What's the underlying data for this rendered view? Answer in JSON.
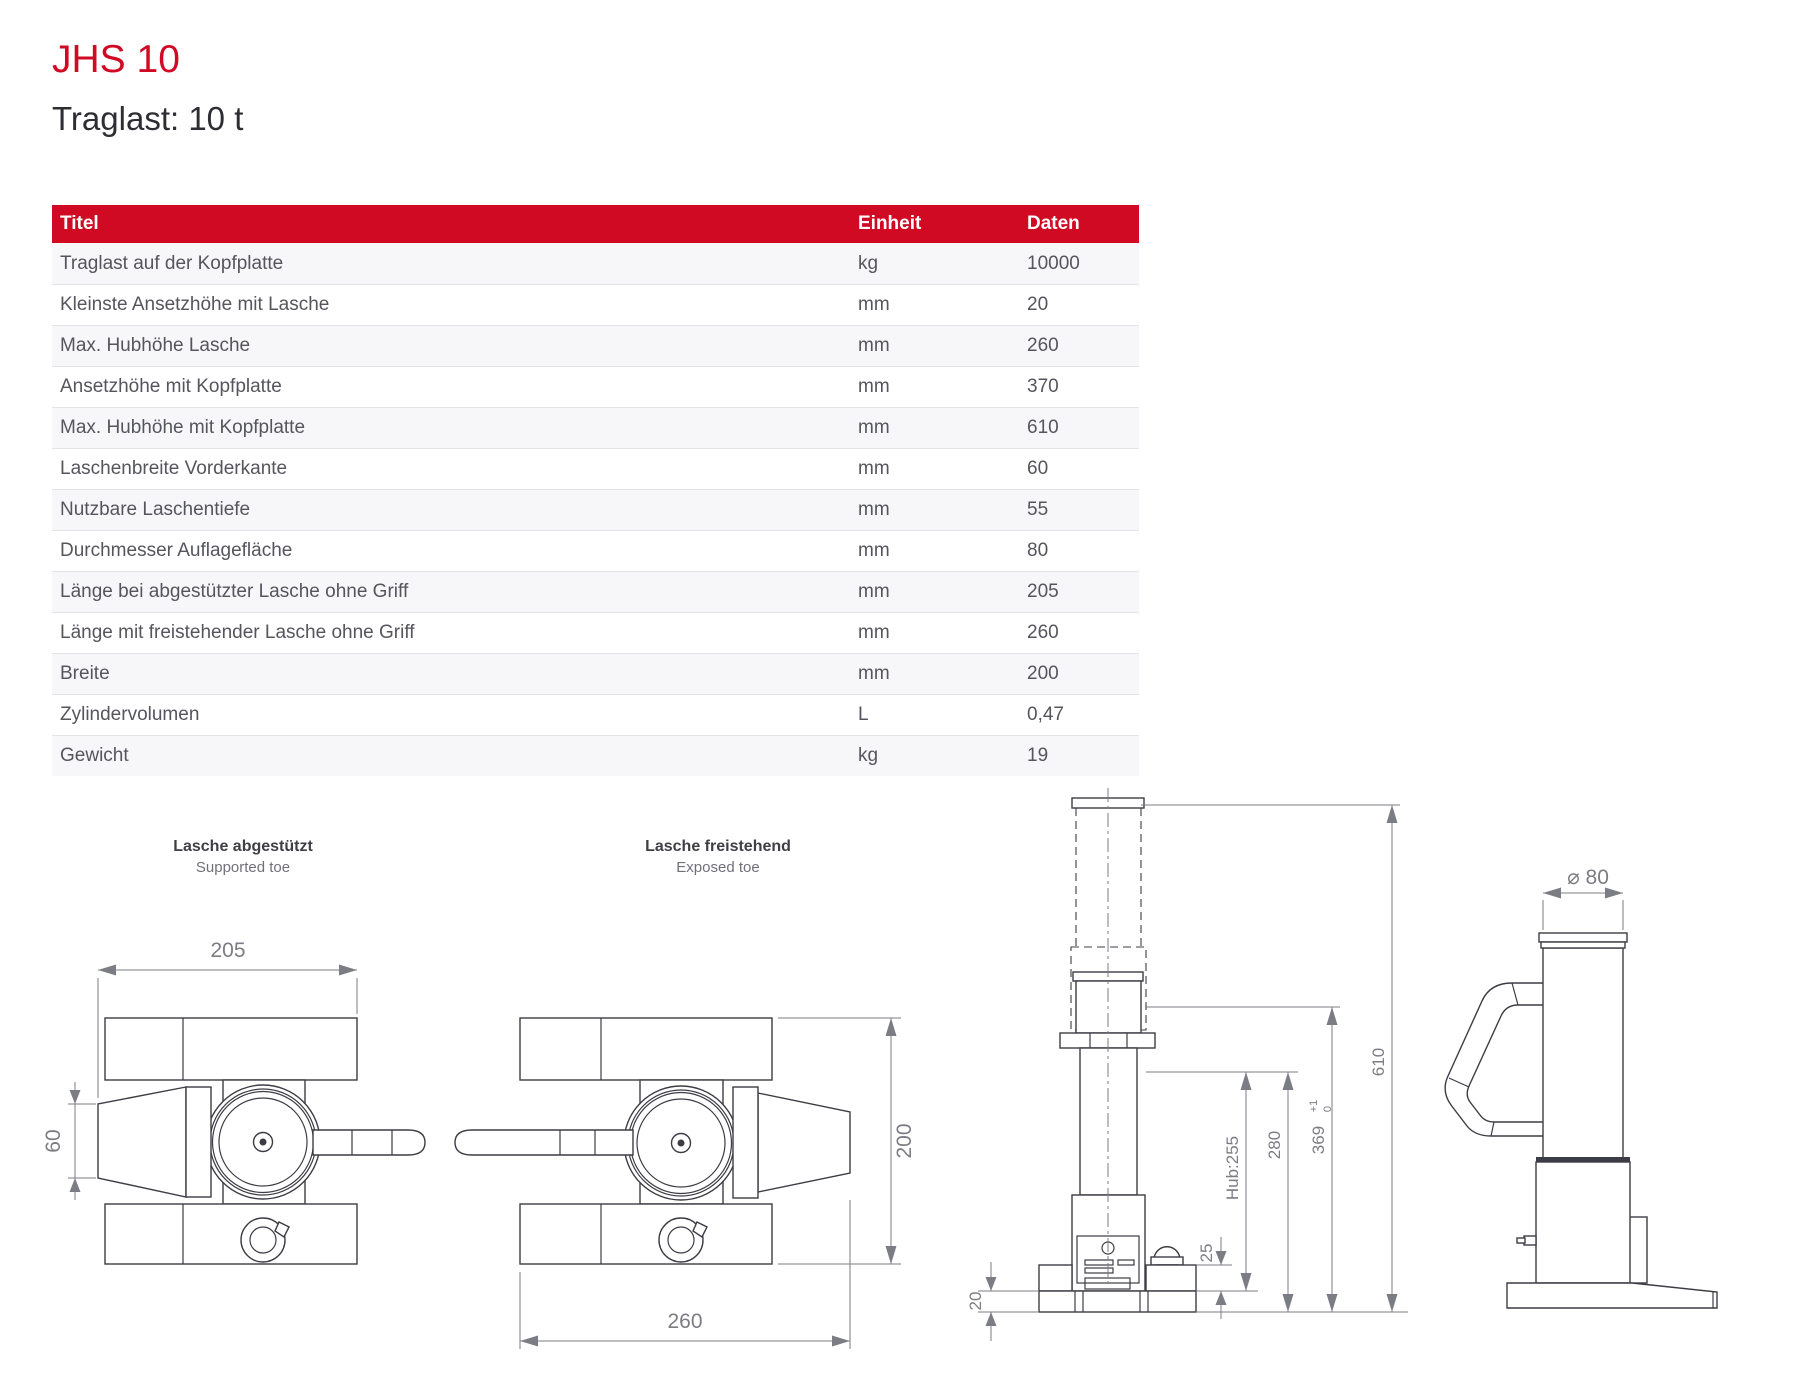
{
  "page": {
    "title": "JHS 10",
    "subtitle": "Traglast: 10 t"
  },
  "colors": {
    "accent": "#d10a24",
    "heading_text": "#2d2d33",
    "body_text": "#55555d",
    "row_alt": "#f7f7f9",
    "row_border": "#e4e4e8",
    "drawing_line": "#3c3c44",
    "dim_line": "#7c7c84"
  },
  "table": {
    "headers": [
      "Titel",
      "Einheit",
      "Daten"
    ],
    "rows": [
      {
        "titel": "Traglast auf der Kopfplatte",
        "einheit": "kg",
        "daten": "10000"
      },
      {
        "titel": "Kleinste Ansetzhöhe mit Lasche",
        "einheit": "mm",
        "daten": "20"
      },
      {
        "titel": "Max. Hubhöhe Lasche",
        "einheit": "mm",
        "daten": "260"
      },
      {
        "titel": "Ansetzhöhe mit Kopfplatte",
        "einheit": "mm",
        "daten": "370"
      },
      {
        "titel": "Max. Hubhöhe mit Kopfplatte",
        "einheit": "mm",
        "daten": "610"
      },
      {
        "titel": "Laschenbreite Vorderkante",
        "einheit": "mm",
        "daten": "60"
      },
      {
        "titel": "Nutzbare Laschentiefe",
        "einheit": "mm",
        "daten": "55"
      },
      {
        "titel": "Durchmesser Auflagefläche",
        "einheit": "mm",
        "daten": "80"
      },
      {
        "titel": "Länge bei abgestützter Lasche ohne Griff",
        "einheit": "mm",
        "daten": "205"
      },
      {
        "titel": "Länge mit freistehender Lasche ohne Griff",
        "einheit": "mm",
        "daten": "260"
      },
      {
        "titel": "Breite",
        "einheit": "mm",
        "daten": "200"
      },
      {
        "titel": "Zylindervolumen",
        "einheit": "L",
        "daten": "0,47"
      },
      {
        "titel": "Gewicht",
        "einheit": "kg",
        "daten": "19"
      }
    ]
  },
  "drawings": {
    "supported": {
      "title_de": "Lasche abgestützt",
      "title_en": "Supported toe",
      "dim_length": "205",
      "dim_toe": "60"
    },
    "exposed": {
      "title_de": "Lasche freistehend",
      "title_en": "Exposed toe",
      "dim_length": "260",
      "dim_width": "200"
    },
    "front": {
      "dim_base": "20",
      "dim_claw": "25",
      "dim_hub": "Hub:255",
      "dim_mid": "280",
      "dim_pickup": "369",
      "dim_pickup_tol_plus": "+1",
      "dim_pickup_tol_zero": "0",
      "dim_max": "610"
    },
    "side": {
      "dim_diameter": "⌀ 80"
    }
  }
}
